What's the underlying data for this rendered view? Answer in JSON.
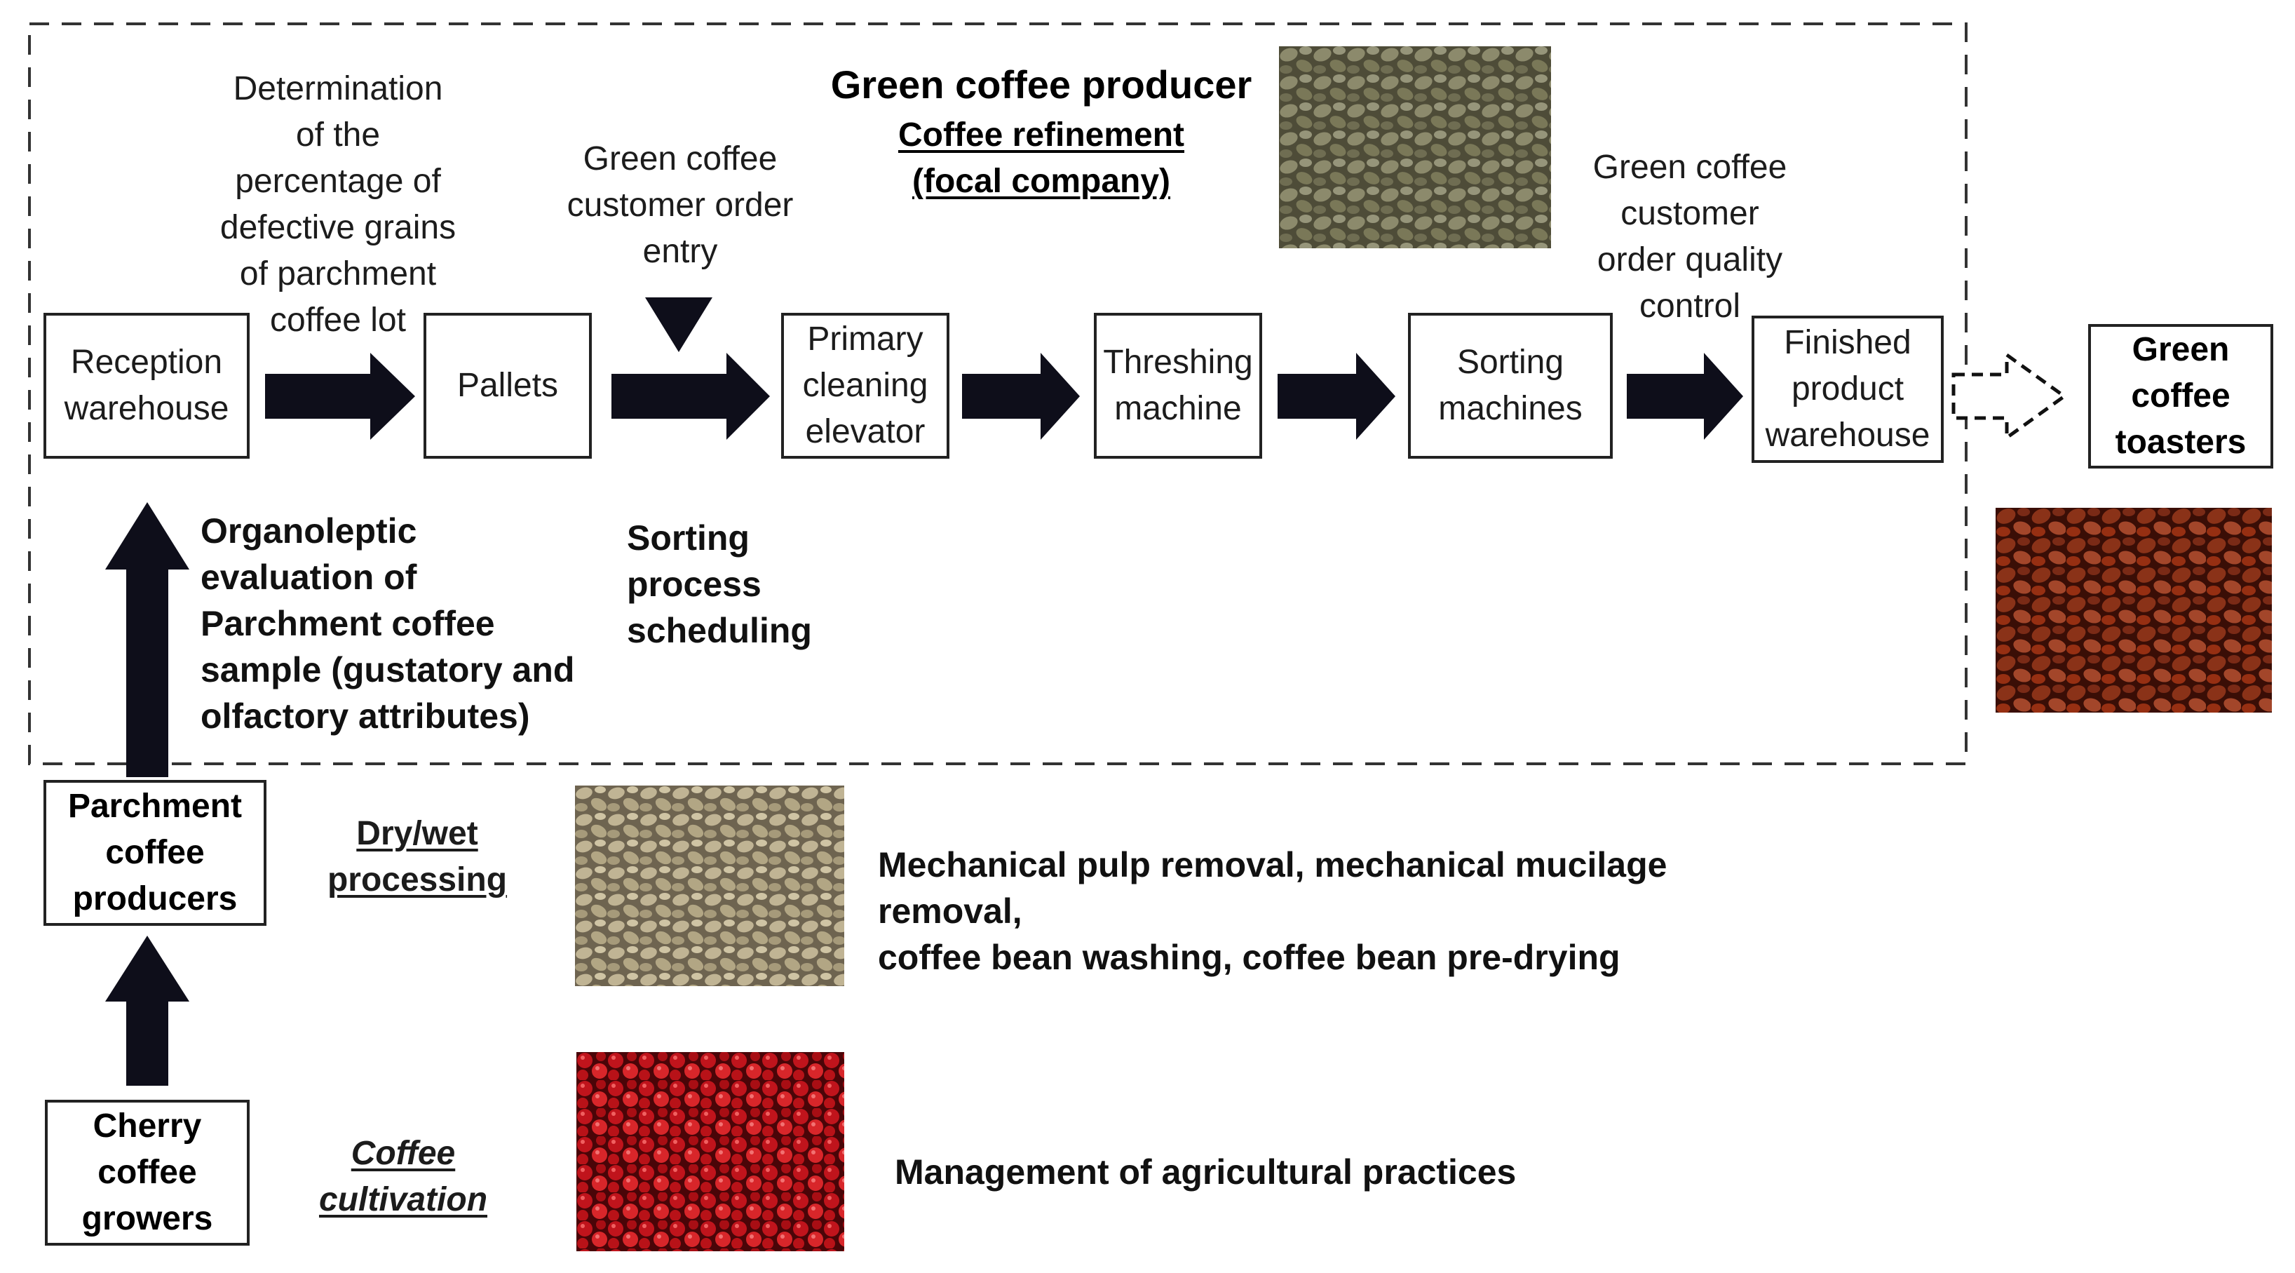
{
  "producer": {
    "title": "Green coffee producer",
    "subtitle_line1": "Coffee refinement",
    "subtitle_line2": "(focal company)"
  },
  "process_boxes": [
    {
      "id": "reception",
      "label": "Reception\nwarehouse"
    },
    {
      "id": "pallets",
      "label": "Pallets"
    },
    {
      "id": "primary",
      "label": "Primary\ncleaning\nelevator"
    },
    {
      "id": "threshing",
      "label": "Threshing\nmachine"
    },
    {
      "id": "sorting",
      "label": "Sorting\nmachines"
    },
    {
      "id": "finished",
      "label": "Finished\nproduct\nwarehouse"
    }
  ],
  "annotations": {
    "defective": "Determination\nof the\npercentage of\ndefective grains\nof parchment\ncoffee lot",
    "order_entry": "Green coffee\ncustomer order\nentry",
    "quality_control": "Green coffee\ncustomer\norder quality\ncontrol",
    "organoleptic": "Organoleptic\nevaluation of\nParchment coffee\nsample (gustatory and\nolfactory attributes)",
    "scheduling": "Sorting\nprocess\nscheduling"
  },
  "toasters": {
    "label": "Green\ncoffee\ntoasters"
  },
  "supply": {
    "parchment_producers": "Parchment\ncoffee\nproducers",
    "cherry_growers": "Cherry\ncoffee\ngrowers",
    "dry_wet": "Dry/wet\nprocessing",
    "cultivation": "Coffee\ncultivation",
    "mechanical": "Mechanical pulp removal, mechanical mucilage removal,\ncoffee bean washing, coffee bean pre-drying",
    "management": "Management of agricultural practices"
  },
  "colors": {
    "arrow": "#0e0e1a",
    "border": "#222222",
    "green_bean": "#7d7a5c",
    "parchment_bean": "#a59a7c",
    "roasted_bean": "#7a2a16",
    "cherry": "#c0141c"
  },
  "icons": {
    "flow_arrow": "right-arrow",
    "up_arrow": "up-arrow",
    "down_triangle": "down-triangle",
    "dashed_arrow": "dashed-right-arrow"
  }
}
